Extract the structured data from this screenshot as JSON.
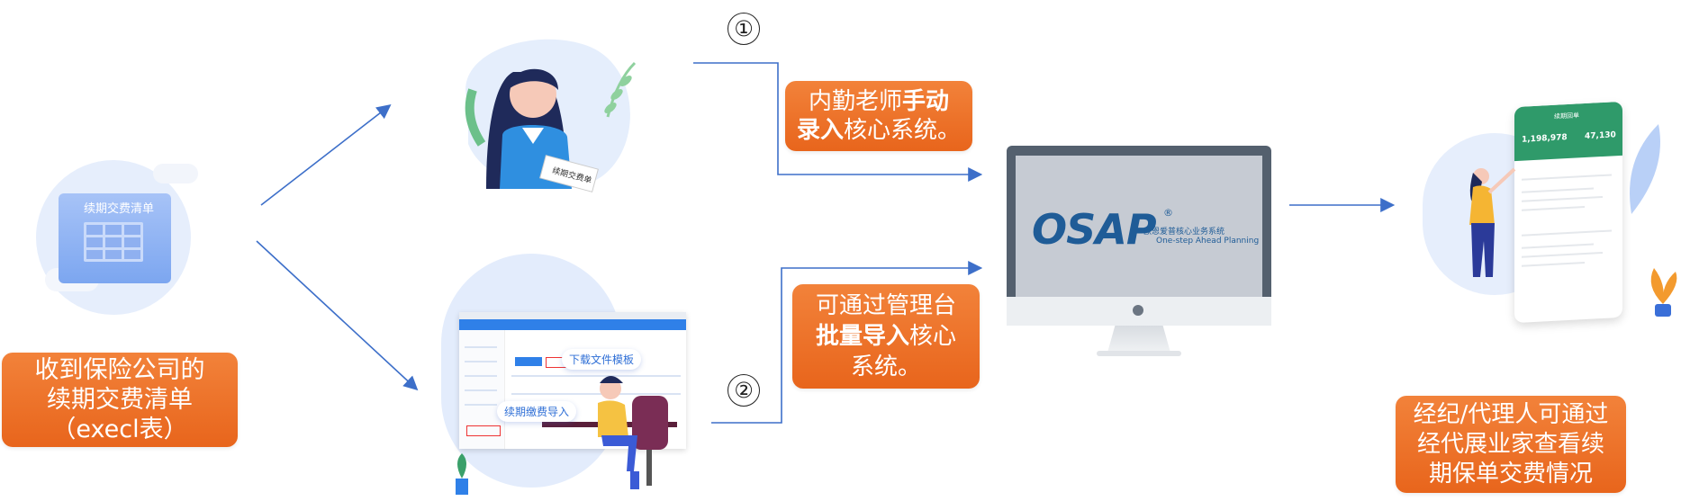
{
  "left_label": {
    "line1": "收到保险公司的",
    "line2": "续期交费清单",
    "line3": "（execl表）"
  },
  "doc_card_title": "续期交费清单",
  "paper_label": "续期交费单",
  "step1": {
    "number": "①",
    "text_pre": "内勤老师",
    "text_bold": "手动",
    "text_bold2": "录入",
    "text_post": "核心系统。"
  },
  "step2": {
    "number": "②",
    "text_pre": "可通过管理台",
    "text_bold": "批量导入",
    "text_mid": "核心",
    "text_post": "系统。"
  },
  "monitor": {
    "logo": "OSAP",
    "registered": "®",
    "subtitle_cn": "欧恩爱普核心业务系统",
    "subtitle_en": "One-step Ahead Planning"
  },
  "admin_ui": {
    "download_tag": "下载文件模板",
    "import_tag": "续期缴费导入"
  },
  "phone": {
    "header": "续期回单",
    "stat1": "1,198,978",
    "stat2": "47,130"
  },
  "right_label": {
    "line1": "经纪/代理人可通过",
    "line2": "经代展业家查看续",
    "line3": "期保单交费情况"
  },
  "colors": {
    "orange": "#ee7428",
    "arrow": "#3d6fc9",
    "accent_blue": "#2f6fd6"
  }
}
